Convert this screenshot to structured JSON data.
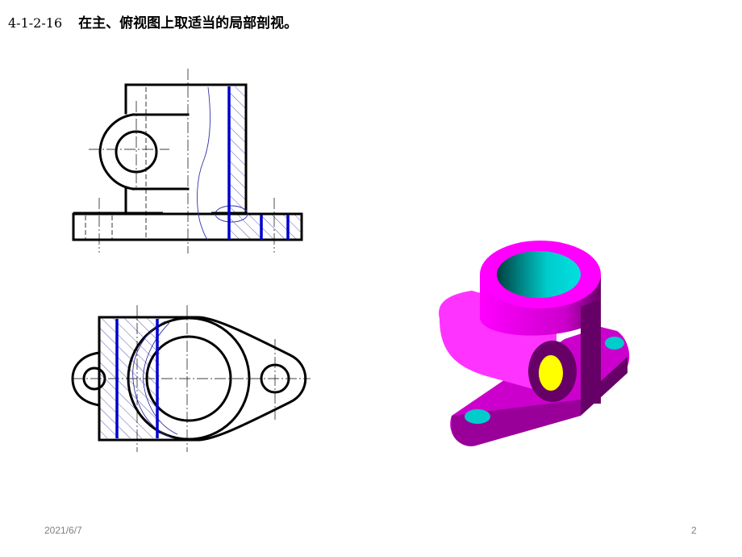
{
  "slide": {
    "title_code": "4-1-2-16",
    "title_text": "在主、俯视图上取适当的局部剖视。",
    "footer_date": "2021/6/7",
    "page_number": "2"
  },
  "figures": {
    "front_view": "front-view-partial-section-drawing",
    "top_view": "top-view-partial-section-drawing",
    "iso_model": "3d-isometric-model"
  },
  "colors": {
    "outline": "#000000",
    "section_line": "#0000cc",
    "hatch": "#3333aa",
    "model_body": "#ff00ff",
    "model_bore": "#00cccc",
    "model_side_hole": "#ffff00"
  }
}
